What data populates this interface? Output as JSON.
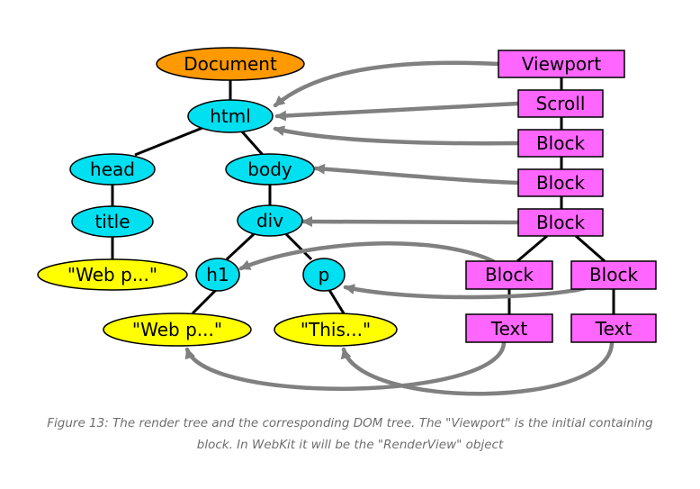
{
  "dom_nodes": [
    {
      "id": "document",
      "label": "Document",
      "color": "#ff9900"
    },
    {
      "id": "html",
      "label": "html",
      "color": "#00e0f0"
    },
    {
      "id": "head",
      "label": "head",
      "color": "#00e0f0"
    },
    {
      "id": "body",
      "label": "body",
      "color": "#00e0f0"
    },
    {
      "id": "title",
      "label": "title",
      "color": "#00e0f0"
    },
    {
      "id": "div",
      "label": "div",
      "color": "#00e0f0"
    },
    {
      "id": "text-title",
      "label": "\"Web p...\"",
      "color": "#ffff00"
    },
    {
      "id": "h1",
      "label": "h1",
      "color": "#00e0f0"
    },
    {
      "id": "p",
      "label": "p",
      "color": "#00e0f0"
    },
    {
      "id": "text-h1",
      "label": "\"Web p...\"",
      "color": "#ffff00"
    },
    {
      "id": "text-p",
      "label": "\"This...\"",
      "color": "#ffff00"
    }
  ],
  "render_nodes": [
    {
      "id": "viewport",
      "label": "Viewport",
      "color": "#ff66ff"
    },
    {
      "id": "scroll",
      "label": "Scroll",
      "color": "#ff66ff"
    },
    {
      "id": "block-1",
      "label": "Block",
      "color": "#ff66ff"
    },
    {
      "id": "block-2",
      "label": "Block",
      "color": "#ff66ff"
    },
    {
      "id": "block-3",
      "label": "Block",
      "color": "#ff66ff"
    },
    {
      "id": "block-4",
      "label": "Block",
      "color": "#ff66ff"
    },
    {
      "id": "block-5",
      "label": "Block",
      "color": "#ff66ff"
    },
    {
      "id": "text-1",
      "label": "Text",
      "color": "#ff66ff"
    },
    {
      "id": "text-2",
      "label": "Text",
      "color": "#ff66ff"
    }
  ],
  "colors": {
    "edge": "#000000",
    "arrow": "#808080",
    "outline": "#000000"
  },
  "caption": {
    "line1": "Figure 13: The render tree and the corresponding DOM tree. The \"Viewport\" is the initial containing",
    "line2": "block. In WebKit it will be the \"RenderView\" object"
  }
}
